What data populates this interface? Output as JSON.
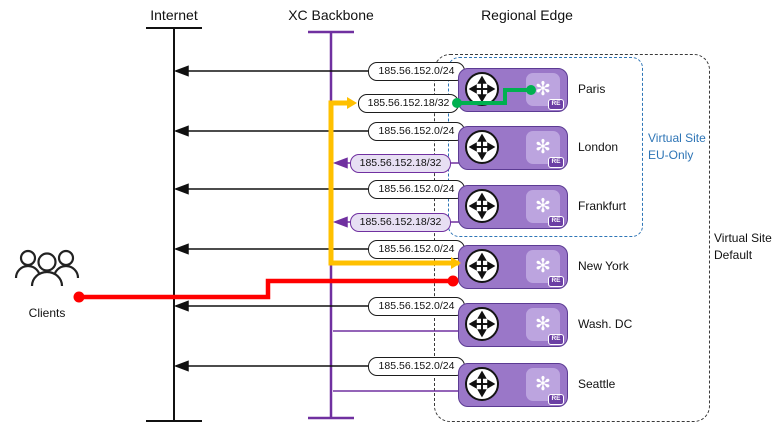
{
  "header": {
    "internet": "Internet",
    "xc_backbone": "XC Backbone",
    "regional_edge": "Regional Edge"
  },
  "clients_label": "Clients",
  "re_badge": "RE",
  "groups": {
    "eu": {
      "line1": "Virtual Site",
      "line2": "EU-Only"
    },
    "default": {
      "line1": "Virtual Site",
      "line2": "Default"
    }
  },
  "sites": [
    {
      "name": "Paris",
      "prefix24": "185.56.152.0/24",
      "prefix32": "185.56.152.18/32"
    },
    {
      "name": "London",
      "prefix24": "185.56.152.0/24",
      "prefix32": "185.56.152.18/32"
    },
    {
      "name": "Frankfurt",
      "prefix24": "185.56.152.0/24",
      "prefix32": "185.56.152.18/32"
    },
    {
      "name": "New York",
      "prefix24": "185.56.152.0/24"
    },
    {
      "name": "Wash. DC",
      "prefix24": "185.56.152.0/24"
    },
    {
      "name": "Seattle",
      "prefix24": "185.56.152.0/24"
    }
  ],
  "colors": {
    "backbone_purple": "#7030A0",
    "node_fill": "#9A77C8",
    "flow_yellow": "#FFC000",
    "flow_red": "#FF0000",
    "flow_green": "#00B050",
    "eu_blue": "#2E75B6"
  }
}
